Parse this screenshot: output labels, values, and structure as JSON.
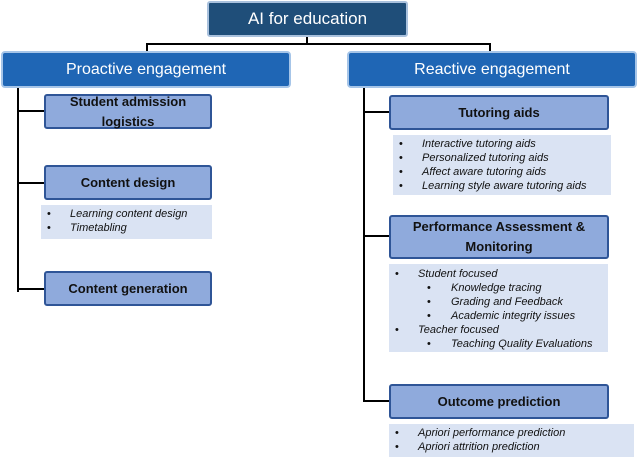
{
  "root": {
    "label": "AI for education"
  },
  "proactive": {
    "label": "Proactive engagement",
    "admission": {
      "label": "Student admission logistics"
    },
    "content_design": {
      "label": "Content design",
      "items": [
        "Learning content design",
        "Timetabling"
      ]
    },
    "content_generation": {
      "label": "Content generation"
    }
  },
  "reactive": {
    "label": "Reactive engagement",
    "tutoring": {
      "label": "Tutoring aids",
      "items": [
        "Interactive tutoring aids",
        "Personalized tutoring aids",
        "Affect aware tutoring aids",
        "Learning style aware tutoring aids"
      ]
    },
    "assessment": {
      "label": "Performance Assessment & Monitoring",
      "student_focused": "Student focused",
      "student_items": [
        "Knowledge tracing",
        "Grading and Feedback",
        "Academic integrity issues"
      ],
      "teacher_focused": "Teacher focused",
      "teacher_items": [
        "Teaching Quality Evaluations"
      ]
    },
    "outcome": {
      "label": "Outcome prediction",
      "items": [
        "Apriori performance prediction",
        "Apriori attrition prediction"
      ]
    }
  }
}
